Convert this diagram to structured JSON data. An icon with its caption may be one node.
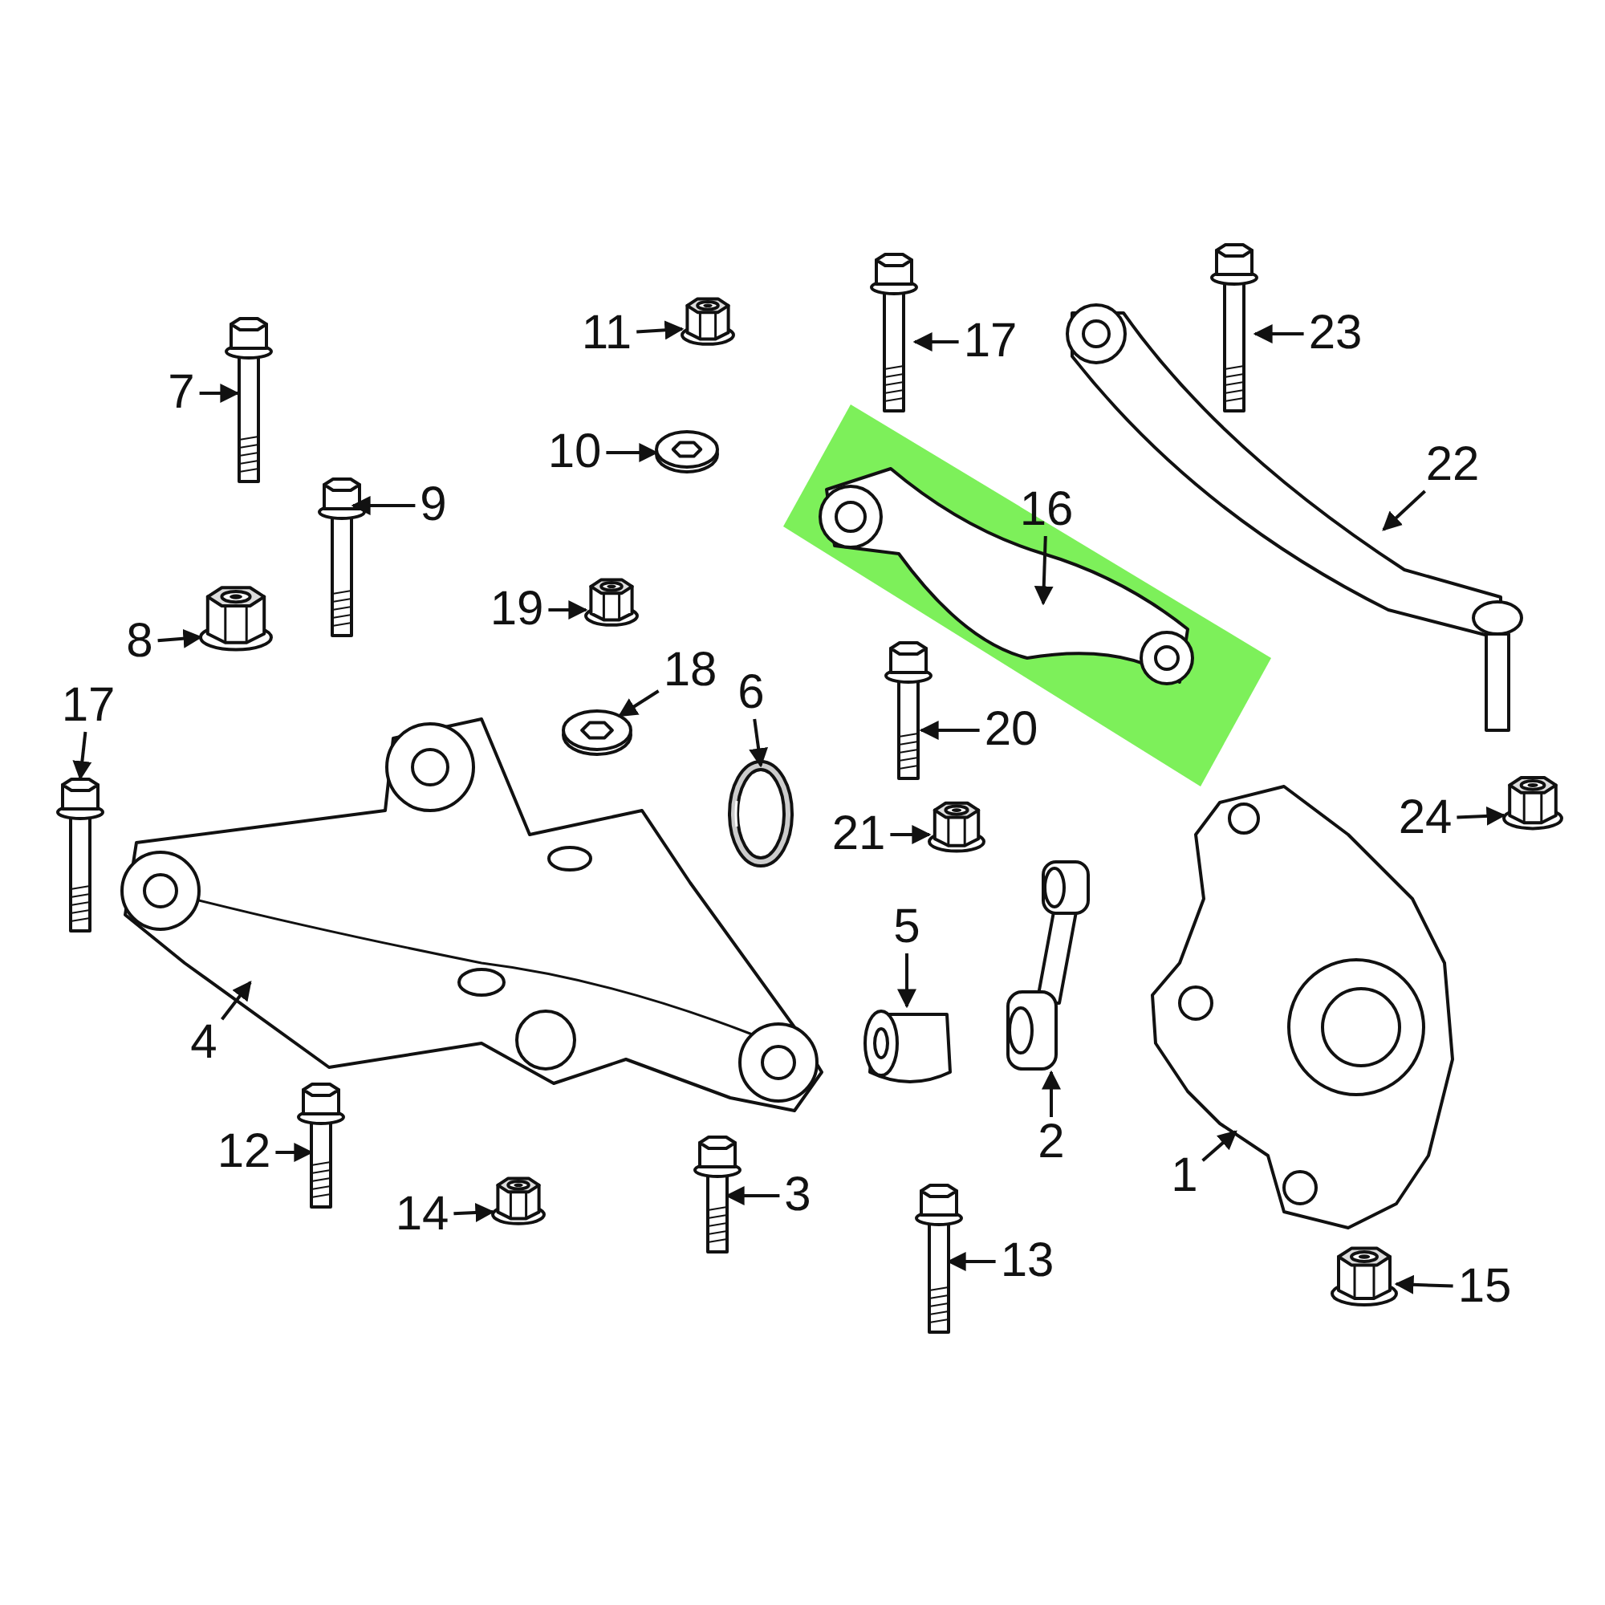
{
  "diagram": {
    "nodes": [
      {
        "text": [
          "11"
        ]
      },
      {
        "text": [],
        "shape": "picture"
      },
      {
        "text": [
          "17"
        ]
      },
      {
        "text": [],
        "shape": "picture"
      },
      {
        "text": [
          "23"
        ]
      },
      {
        "text": [],
        "shape": "picture"
      },
      {
        "text": [
          "7"
        ]
      },
      {
        "text": [],
        "shape": "picture"
      },
      {
        "text": [
          "10"
        ]
      },
      {
        "text": [],
        "shape": "picture"
      },
      {
        "text": [
          "9"
        ]
      },
      {
        "text": [],
        "shape": "picture"
      },
      {
        "text": [
          "22"
        ]
      },
      {
        "text": [],
        "shape": "picture"
      },
      {
        "text": [
          "16"
        ]
      },
      {
        "text": [],
        "shape": "picture"
      },
      {
        "text": [
          "8"
        ]
      },
      {
        "text": [],
        "shape": "picture"
      },
      {
        "text": [
          "19"
        ]
      },
      {
        "text": [],
        "shape": "picture"
      },
      {
        "text": [
          "18"
        ]
      },
      {
        "text": [],
        "shape": "picture"
      },
      {
        "text": [
          "6"
        ]
      },
      {
        "text": [],
        "shape": "picture"
      },
      {
        "text": [
          "17"
        ]
      },
      {
        "text": [],
        "shape": "picture"
      },
      {
        "text": [
          "20"
        ]
      },
      {
        "text": [],
        "shape": "picture"
      },
      {
        "text": [
          "21"
        ]
      },
      {
        "text": [],
        "shape": "picture"
      },
      {
        "text": [
          "24"
        ]
      },
      {
        "text": [],
        "shape": "picture"
      },
      {
        "text": [
          "5"
        ]
      },
      {
        "text": [],
        "shape": "picture"
      },
      {
        "text": [
          "4"
        ]
      },
      {
        "text": [],
        "shape": "picture"
      },
      {
        "text": [
          "2"
        ]
      },
      {
        "text": [],
        "shape": "picture"
      },
      {
        "text": [
          "1"
        ]
      },
      {
        "text": [],
        "shape": "picture"
      },
      {
        "text": [
          "12"
        ]
      },
      {
        "text": [],
        "shape": "picture"
      },
      {
        "text": [
          "14"
        ]
      },
      {
        "text": [],
        "shape": "picture"
      },
      {
        "text": [
          "3"
        ]
      },
      {
        "text": [],
        "shape": "picture"
      },
      {
        "text": [
          "13"
        ]
      },
      {
        "text": [],
        "shape": "picture"
      },
      {
        "text": [
          "15"
        ]
      },
      {
        "text": [],
        "shape": "picture"
      }
    ],
    "edges": [
      {
        "from": 0,
        "to": 1,
        "arrow": "to"
      },
      {
        "from": 2,
        "to": 3,
        "arrow": "to"
      },
      {
        "from": 4,
        "to": 5,
        "arrow": "to"
      },
      {
        "from": 6,
        "to": 7,
        "arrow": "to"
      },
      {
        "from": 8,
        "to": 9,
        "arrow": "to"
      },
      {
        "from": 10,
        "to": 11,
        "arrow": "to"
      },
      {
        "from": 12,
        "to": 13,
        "arrow": "to"
      },
      {
        "from": 14,
        "to": 15,
        "arrow": "to"
      },
      {
        "from": 16,
        "to": 17,
        "arrow": "to"
      },
      {
        "from": 18,
        "to": 19,
        "arrow": "to"
      },
      {
        "from": 20,
        "to": 21,
        "arrow": "to"
      },
      {
        "from": 22,
        "to": 23,
        "arrow": "to"
      },
      {
        "from": 24,
        "to": 25,
        "arrow": "to"
      },
      {
        "from": 26,
        "to": 27,
        "arrow": "to"
      },
      {
        "from": 28,
        "to": 29,
        "arrow": "to"
      },
      {
        "from": 30,
        "to": 31,
        "arrow": "to"
      },
      {
        "from": 32,
        "to": 33,
        "arrow": "to"
      },
      {
        "from": 34,
        "to": 35,
        "arrow": "to"
      },
      {
        "from": 36,
        "to": 37,
        "arrow": "to"
      },
      {
        "from": 38,
        "to": 39,
        "arrow": "to"
      },
      {
        "from": 40,
        "to": 41,
        "arrow": "to"
      },
      {
        "from": 42,
        "to": 43,
        "arrow": "to"
      },
      {
        "from": 44,
        "to": 45,
        "arrow": "to"
      },
      {
        "from": 46,
        "to": 47,
        "arrow": "to"
      },
      {
        "from": 48,
        "to": 49,
        "arrow": "to"
      }
    ]
  }
}
